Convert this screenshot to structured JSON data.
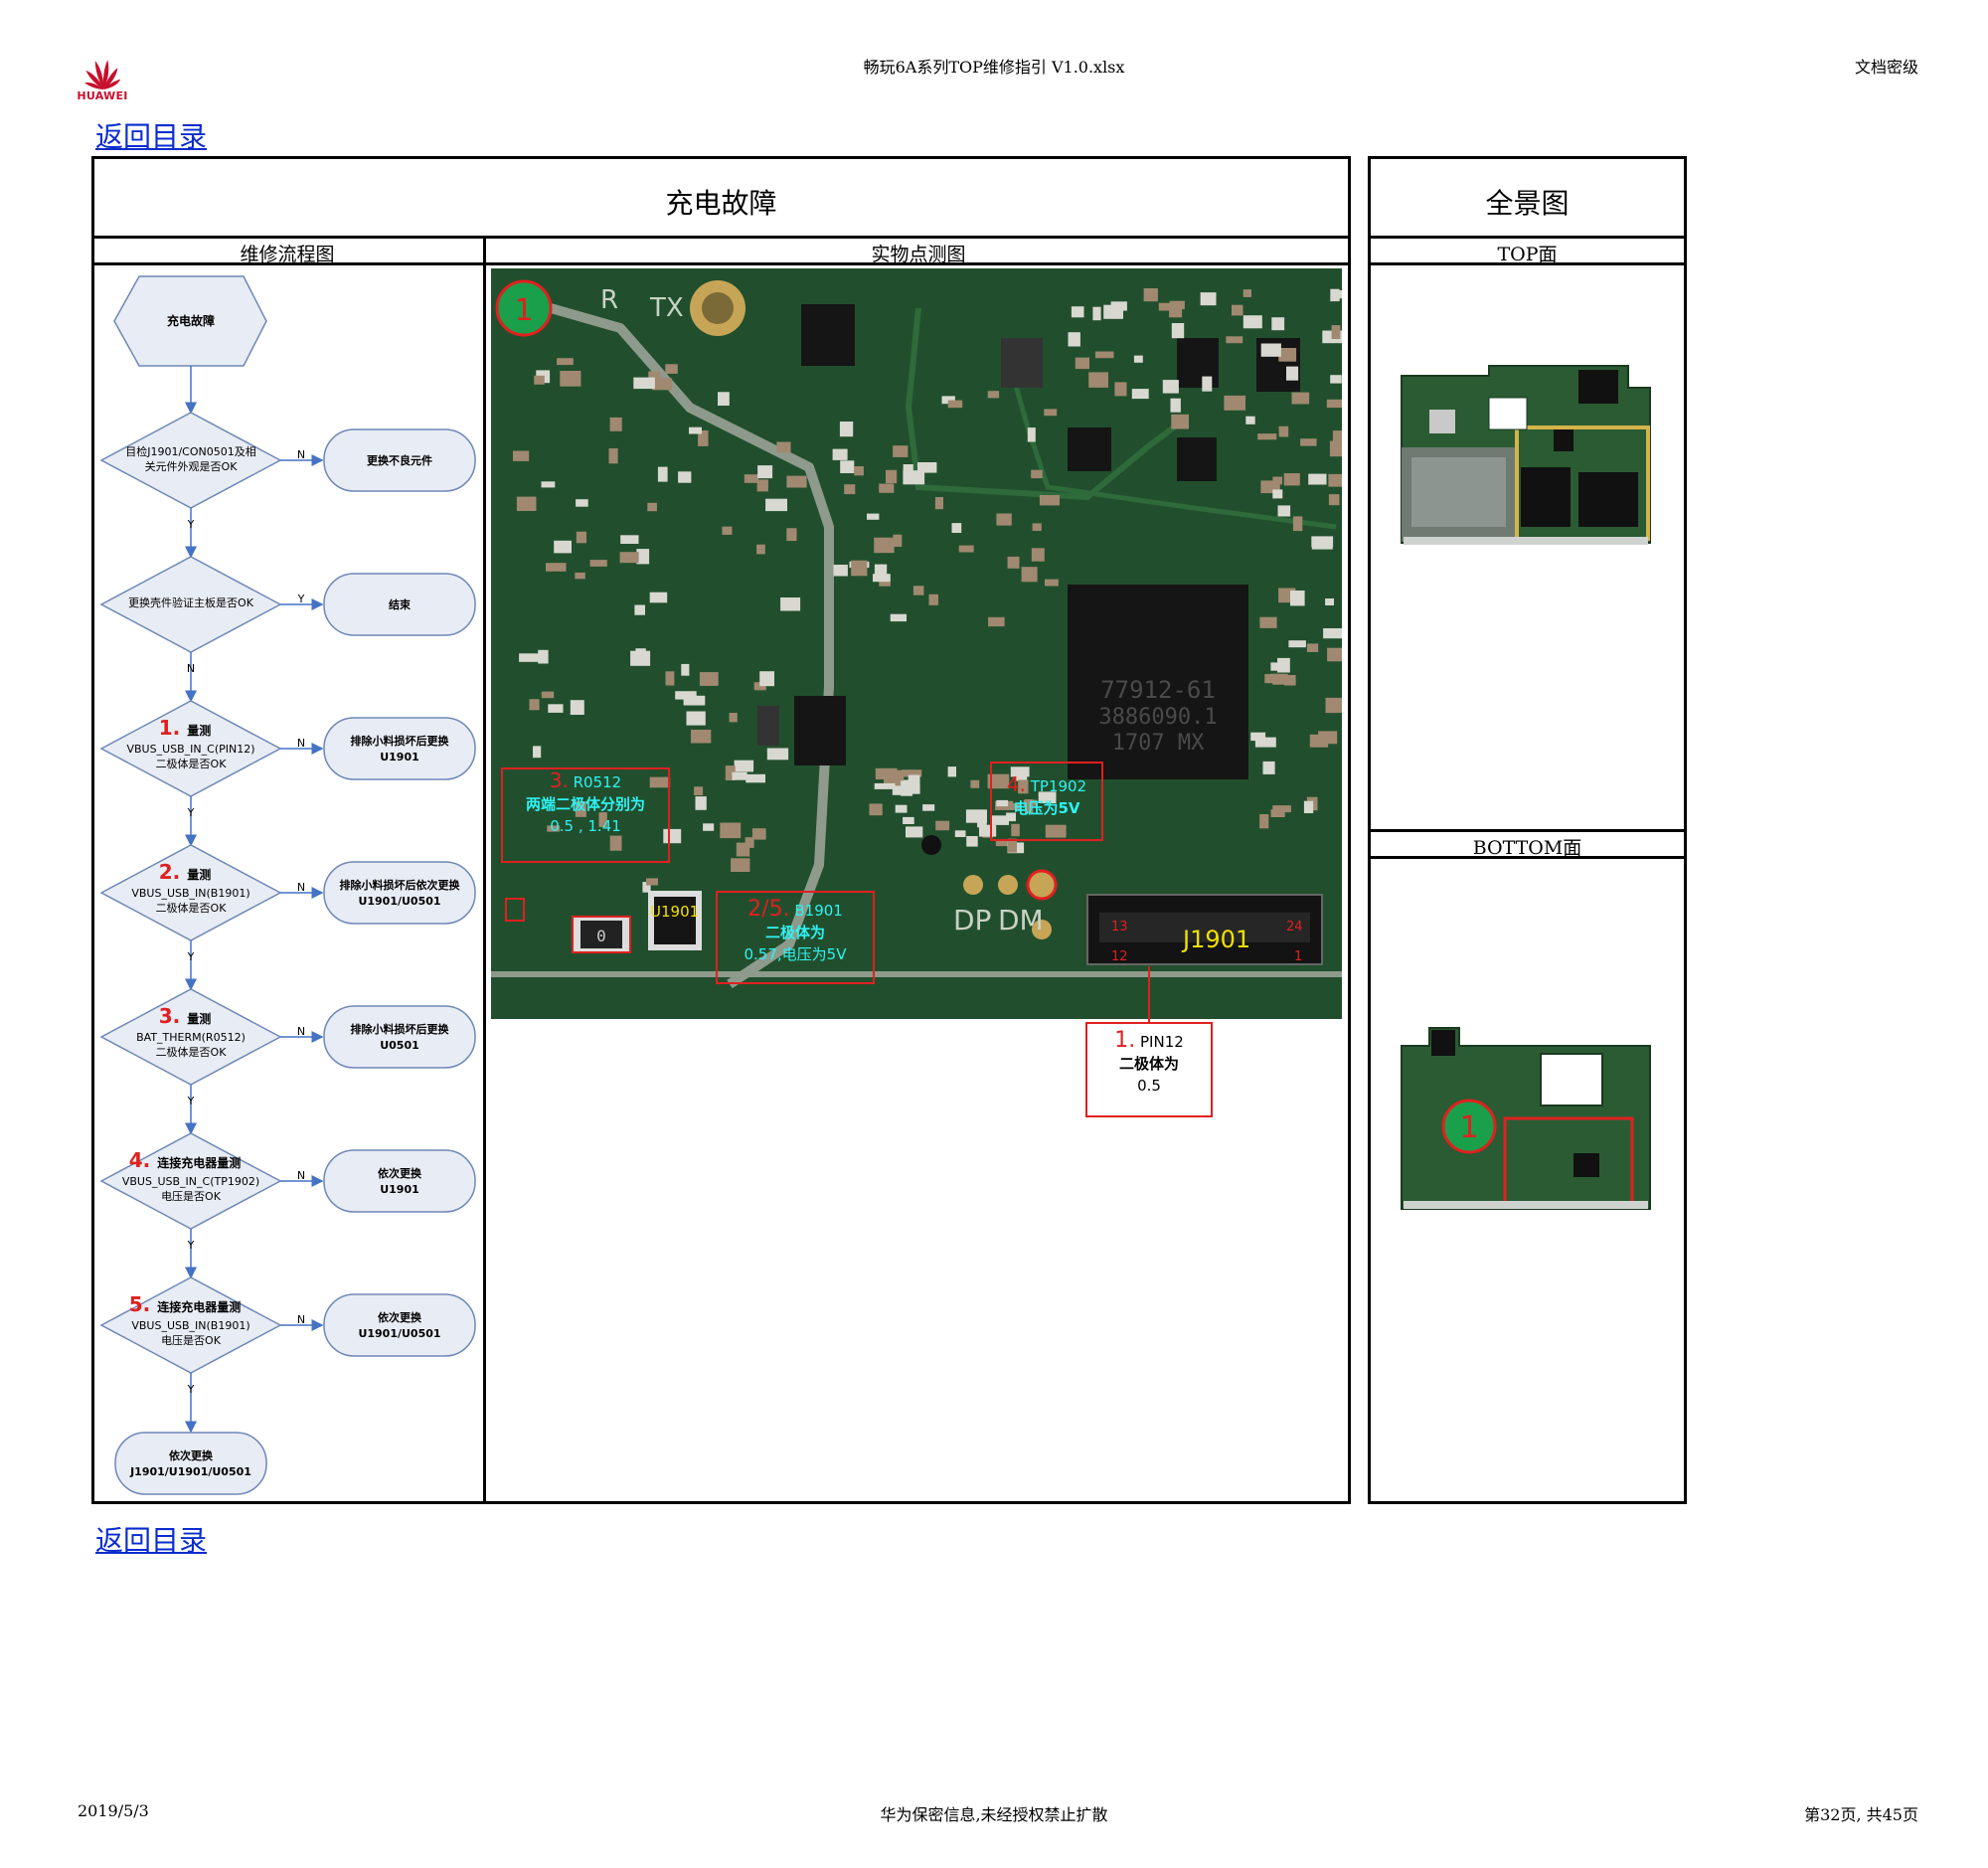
{
  "header": {
    "brand": "HUAWEI",
    "file_title": "畅玩6A系列TOP维修指引 V1.0.xlsx",
    "doc_level": "文档密级"
  },
  "links": {
    "back_top": "返回目录",
    "back_bottom": "返回目录"
  },
  "main": {
    "title": "充电故障",
    "col_flow": "维修流程图",
    "col_photo": "实物点测图"
  },
  "overview": {
    "title": "全景图",
    "top_label": "TOP面",
    "bottom_label": "BOTTOM面",
    "marker": "1"
  },
  "flow": {
    "start": "充电故障",
    "steps": [
      {
        "num": "",
        "lines": [
          "目检J1901/CON0501及相",
          "关元件外观是否OK"
        ],
        "no_branch": "N",
        "yes": "Y",
        "action": [
          "更换不良元件"
        ]
      },
      {
        "num": "",
        "lines": [
          "更换壳件验证主板是否OK"
        ],
        "no_branch": "Y",
        "yes": "N",
        "action": [
          "结束"
        ]
      },
      {
        "num": "1.",
        "title": "量测",
        "lines": [
          "VBUS_USB_IN_C(PIN12)",
          "二极体是否OK"
        ],
        "no_branch": "N",
        "yes": "Y",
        "action": [
          "排除小料损坏后更换",
          "U1901"
        ]
      },
      {
        "num": "2.",
        "title": "量测",
        "lines": [
          "VBUS_USB_IN(B1901)",
          "二极体是否OK"
        ],
        "no_branch": "N",
        "yes": "Y",
        "action": [
          "排除小料损坏后依次更换",
          "U1901/U0501"
        ]
      },
      {
        "num": "3.",
        "title": "量测",
        "lines": [
          "BAT_THERM(R0512)",
          "二极体是否OK"
        ],
        "no_branch": "N",
        "yes": "Y",
        "action": [
          "排除小料损坏后更换",
          "U0501"
        ]
      },
      {
        "num": "4.",
        "title": "连接充电器量测",
        "lines": [
          "VBUS_USB_IN_C(TP1902)",
          "电压是否OK"
        ],
        "no_branch": "N",
        "yes": "Y",
        "action": [
          "依次更换",
          "U1901"
        ]
      },
      {
        "num": "5.",
        "title": "连接充电器量测",
        "lines": [
          "VBUS_USB_IN(B1901)",
          "电压是否OK"
        ],
        "no_branch": "N",
        "yes": "Y",
        "action": [
          "依次更换",
          "U1901/U0501"
        ]
      }
    ],
    "end": [
      "依次更换",
      "J1901/U1901/U0501"
    ]
  },
  "photo": {
    "marker": "1",
    "silk_r": "R",
    "silk_tx": "TX",
    "silk_dp": "DP",
    "silk_dm": "DM",
    "chip_main": [
      "77912-61",
      "3886090.1",
      "1707 MX"
    ],
    "ann1_num": "1.",
    "ann1_ref": "PIN12",
    "ann1_l2": "二极体为",
    "ann1_l3": "0.5",
    "ann3_num": "3.",
    "ann3_ref": "R0512",
    "ann3_l2": "两端二极体分别为",
    "ann3_l3": "0.5 , 1.41",
    "ann4_num": "4.",
    "ann4_ref": "TP1902",
    "ann4_l2": "电压为5V",
    "ann25_num": "2/5.",
    "ann25_ref": "B1901",
    "ann25_l2": "二极体为",
    "ann25_l3": "0.57,电压为5V",
    "u1901": "U1901",
    "j1901": "J1901",
    "pin13": "13",
    "pin24": "24",
    "pin12": "12",
    "pin1": "1"
  },
  "footer": {
    "date": "2019/5/3",
    "confidential": "华为保密信息,未经授权禁止扩散",
    "page": "第32页, 共45页"
  }
}
